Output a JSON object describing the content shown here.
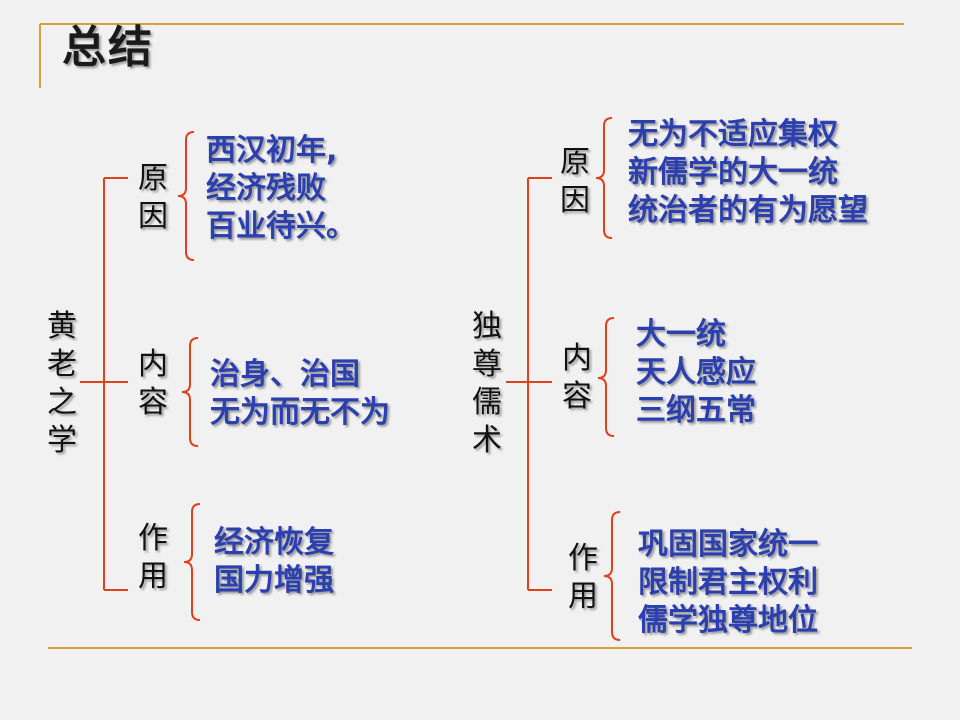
{
  "title": "总结",
  "left": {
    "root": "黄老之学",
    "branches": [
      {
        "label": "原因",
        "lines": [
          "西汉初年,",
          "经济残败",
          "百业待兴。"
        ]
      },
      {
        "label": "内容",
        "lines": [
          "治身、治国",
          "无为而无不为"
        ]
      },
      {
        "label": "作用",
        "lines": [
          "经济恢复",
          "国力增强"
        ]
      }
    ]
  },
  "right": {
    "root": "独尊儒术",
    "branches": [
      {
        "label": "原因",
        "lines": [
          "无为不适应集权",
          "新儒学的大一统",
          "统治者的有为愿望"
        ]
      },
      {
        "label": "内容",
        "lines": [
          "大一统",
          "天人感应",
          "三纲五常"
        ]
      },
      {
        "label": "作用",
        "lines": [
          "巩固国家统一",
          "限制君主权利",
          "儒学独尊地位"
        ]
      }
    ]
  },
  "colors": {
    "line": "#e0401b",
    "blue_text": "#2b3fae",
    "rule": "#d4a23a"
  }
}
